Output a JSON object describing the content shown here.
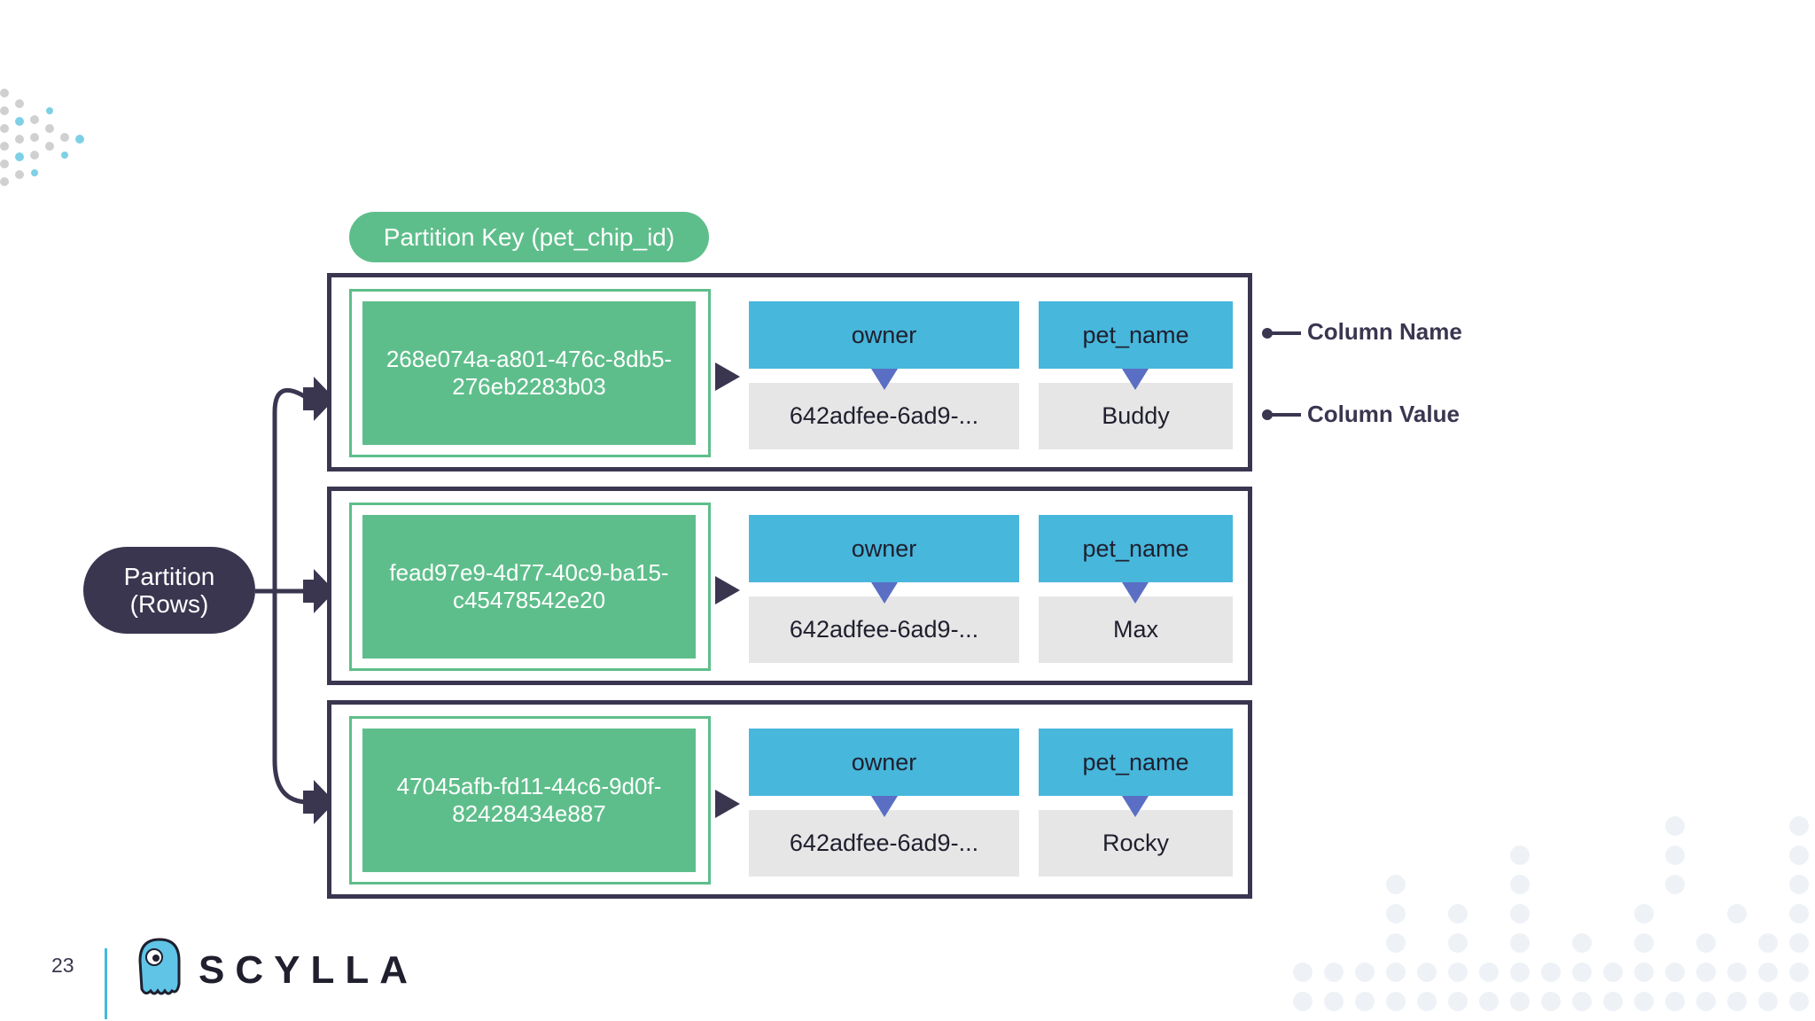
{
  "partition_key_label": "Partition Key (pet_chip_id)",
  "partition_label": [
    "Partition",
    "(Rows)"
  ],
  "rows": [
    {
      "key": [
        "268e074a-a801-476c-8db5-",
        "276eb2283b03"
      ],
      "owner_name": "owner",
      "owner_value": "642adfee-6ad9-...",
      "pet_name_label": "pet_name",
      "pet_name_value": "Buddy"
    },
    {
      "key": [
        "fead97e9-4d77-40c9-ba15-",
        "c45478542e20"
      ],
      "owner_name": "owner",
      "owner_value": "642adfee-6ad9-...",
      "pet_name_label": "pet_name",
      "pet_name_value": "Max"
    },
    {
      "key": [
        "47045afb-fd11-44c6-9d0f-",
        "82428434e887"
      ],
      "owner_name": "owner",
      "owner_value": "642adfee-6ad9-...",
      "pet_name_label": "pet_name",
      "pet_name_value": "Rocky"
    }
  ],
  "legend": {
    "column_name": "Column Name",
    "column_value": "Column Value"
  },
  "footer": {
    "page_number": "23",
    "brand": "SCYLLA"
  },
  "colors": {
    "green": "#5ebe8b",
    "blue": "#47b7dc",
    "navy": "#3a3650",
    "gray": "#e6e6e6",
    "pointer": "#5a6fc4"
  }
}
